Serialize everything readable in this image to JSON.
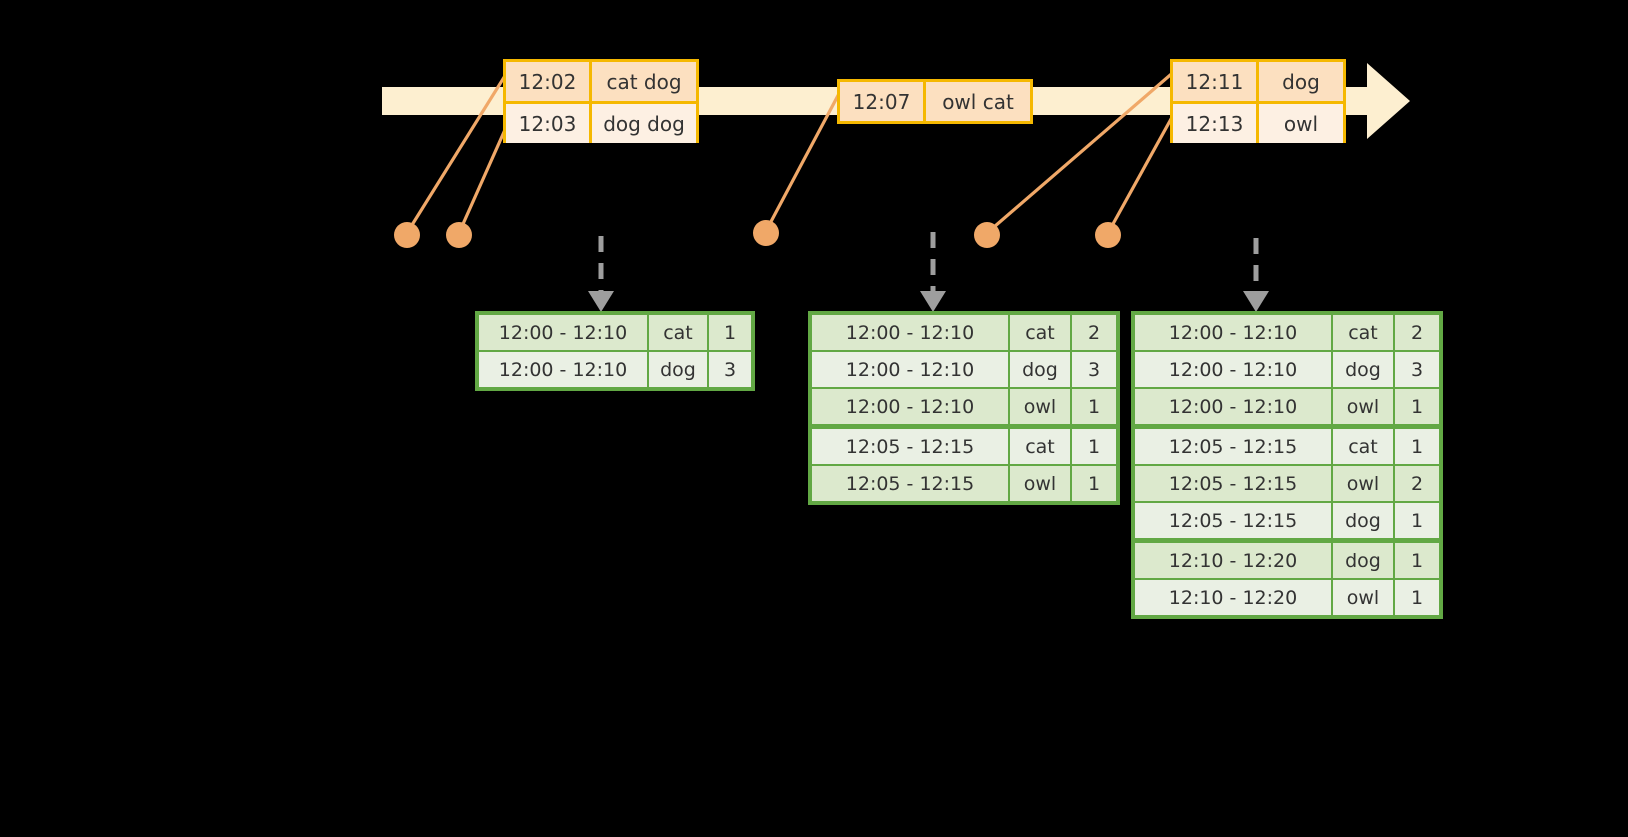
{
  "diagram": {
    "title": "sliding-window-word-count",
    "colors": {
      "background": "#000000",
      "timeline_fill": "#FDEFD0",
      "event_border": "#F5B800",
      "event_fill_a": "#FCE0C0",
      "event_fill_b": "#FDF0E3",
      "connector": "#F0A868",
      "dot": "#F0A868",
      "table_border": "#62A844",
      "table_fill_a": "#DCE9CD",
      "table_fill_b": "#EAF0E4",
      "dashed_arrow": "#9E9E9E",
      "text": "#333333"
    }
  },
  "timeline": {
    "name": "event-stream-timeline",
    "arrow_direction": "right"
  },
  "events": [
    {
      "id": "event-group-1",
      "rows": [
        {
          "time": "12:02",
          "words": "cat dog"
        },
        {
          "time": "12:03",
          "words": "dog dog"
        }
      ]
    },
    {
      "id": "event-group-2",
      "rows": [
        {
          "time": "12:07",
          "words": "owl cat"
        }
      ]
    },
    {
      "id": "event-group-3",
      "rows": [
        {
          "time": "12:11",
          "words": "dog"
        },
        {
          "time": "12:13",
          "words": "owl"
        }
      ]
    }
  ],
  "results": [
    {
      "id": "result-table-1",
      "rows": [
        {
          "window": "12:00 - 12:10",
          "word": "cat",
          "count": "1",
          "group": 0
        },
        {
          "window": "12:00 - 12:10",
          "word": "dog",
          "count": "3",
          "group": 0
        }
      ]
    },
    {
      "id": "result-table-2",
      "rows": [
        {
          "window": "12:00 - 12:10",
          "word": "cat",
          "count": "2",
          "group": 0
        },
        {
          "window": "12:00 - 12:10",
          "word": "dog",
          "count": "3",
          "group": 0
        },
        {
          "window": "12:00 - 12:10",
          "word": "owl",
          "count": "1",
          "group": 0
        },
        {
          "window": "12:05 - 12:15",
          "word": "cat",
          "count": "1",
          "group": 1
        },
        {
          "window": "12:05 - 12:15",
          "word": "owl",
          "count": "1",
          "group": 1
        }
      ]
    },
    {
      "id": "result-table-3",
      "rows": [
        {
          "window": "12:00 - 12:10",
          "word": "cat",
          "count": "2",
          "group": 0
        },
        {
          "window": "12:00 - 12:10",
          "word": "dog",
          "count": "3",
          "group": 0
        },
        {
          "window": "12:00 - 12:10",
          "word": "owl",
          "count": "1",
          "group": 0
        },
        {
          "window": "12:05 - 12:15",
          "word": "cat",
          "count": "1",
          "group": 1
        },
        {
          "window": "12:05 - 12:15",
          "word": "owl",
          "count": "2",
          "group": 1
        },
        {
          "window": "12:05 - 12:15",
          "word": "dog",
          "count": "1",
          "group": 1
        },
        {
          "window": "12:10 - 12:20",
          "word": "dog",
          "count": "1",
          "group": 2
        },
        {
          "window": "12:10 - 12:20",
          "word": "owl",
          "count": "1",
          "group": 2
        }
      ]
    }
  ]
}
